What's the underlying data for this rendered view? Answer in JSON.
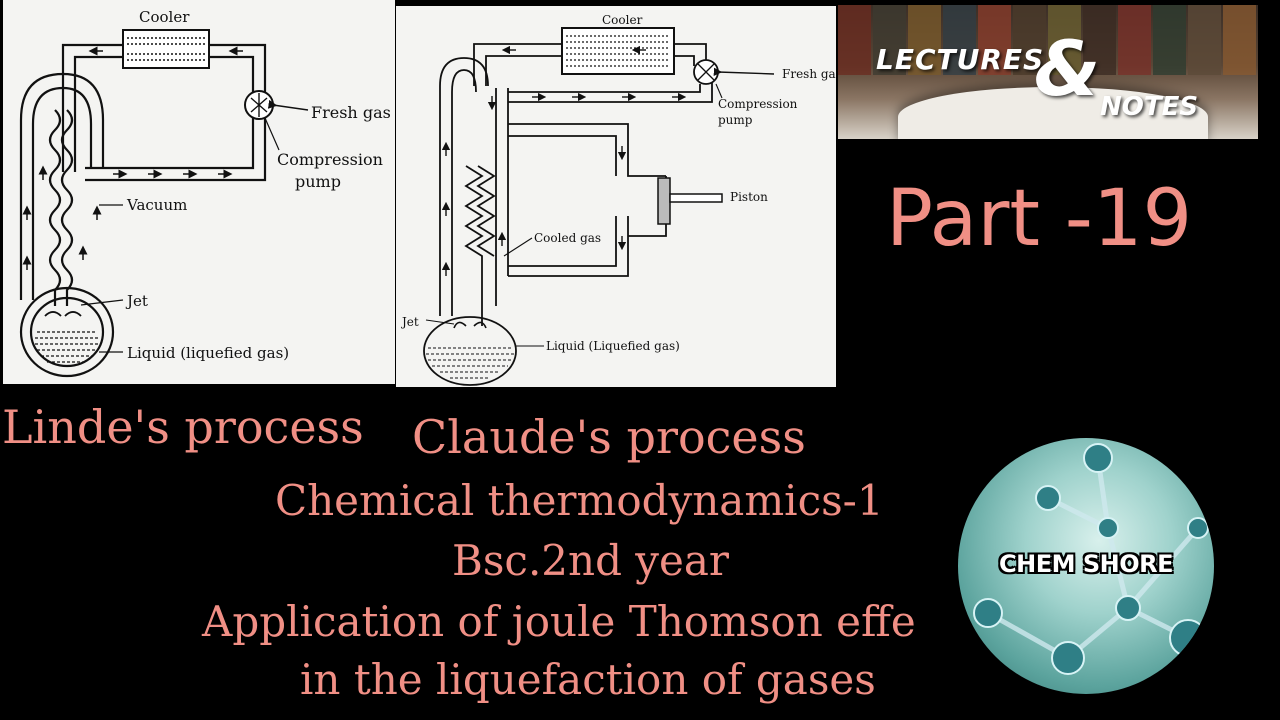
{
  "linde": {
    "cooler": "Cooler",
    "fresh_gas": "Fresh gas",
    "compression": "Compression",
    "pump": "pump",
    "vacuum": "Vacuum",
    "jet": "Jet",
    "liquid": "Liquid (liquefied gas)"
  },
  "claude": {
    "cooler": "Cooler",
    "fresh_gas": "Fresh gas",
    "compression": "Compression",
    "pump": "pump",
    "piston": "Piston",
    "cooled_gas": "Cooled gas",
    "jet": "Jet",
    "liquid": "Liquid (Liquefied gas)"
  },
  "banner": {
    "lectures": "LECTURES",
    "amp": "&",
    "notes": "NOTES",
    "colors": {
      "bg": "#5a4636",
      "text": "#ffffff"
    }
  },
  "part_label": "Part -19",
  "titles": {
    "linde": "Linde's process",
    "claude": "Claude's process",
    "color": "#f08f85"
  },
  "subtitle_lines": [
    "Chemical thermodynamics-1",
    "Bsc.2nd year",
    "Application of joule Thomson effe",
    "in the liquefaction of gases"
  ],
  "logo": {
    "name": "CHEM SHORE",
    "icon": "molecule-icon"
  }
}
